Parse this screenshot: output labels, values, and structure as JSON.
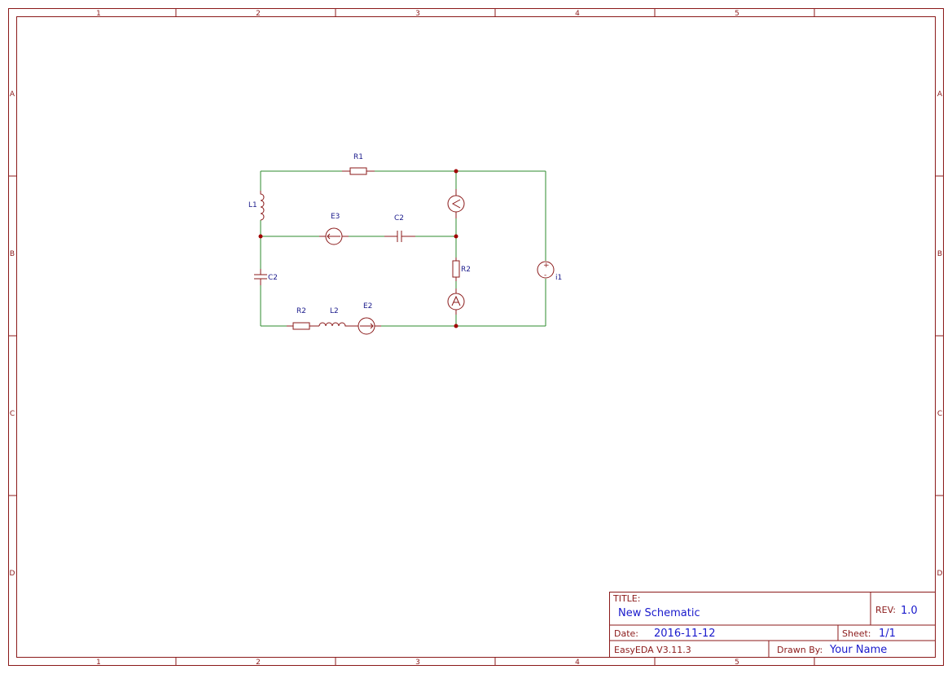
{
  "frame": {
    "columns": [
      "1",
      "2",
      "3",
      "4",
      "5"
    ],
    "rows": [
      "A",
      "B",
      "C",
      "D"
    ]
  },
  "components": {
    "R1": "R1",
    "L1": "L1",
    "E3": "E3",
    "C2_top": "C2",
    "C2_left": "C2",
    "R2_right": "R2",
    "R2_bottom": "R2",
    "L2": "L2",
    "E2": "E2",
    "I1": "i1",
    "I1_plus": "+",
    "I1_minus": "-",
    "voltmeter_symbol": "V",
    "ammeter_symbol": "A"
  },
  "title_block": {
    "title_label": "TITLE:",
    "title_value": "New Schematic",
    "rev_label": "REV:",
    "rev_value": "1.0",
    "date_label": "Date:",
    "date_value": "2016-11-12",
    "sheet_label": "Sheet:",
    "sheet_value": "1/1",
    "software": "EasyEDA V3.11.3",
    "drawn_by_label": "Drawn By:",
    "drawn_by_value": "Your Name"
  },
  "colors": {
    "frame": "#8b1a1a",
    "wire": "#2e8b2e",
    "component": "#8b1a1a",
    "junction": "#a00000",
    "reference": "#1a1a8b",
    "title_value": "#1a1acc"
  }
}
